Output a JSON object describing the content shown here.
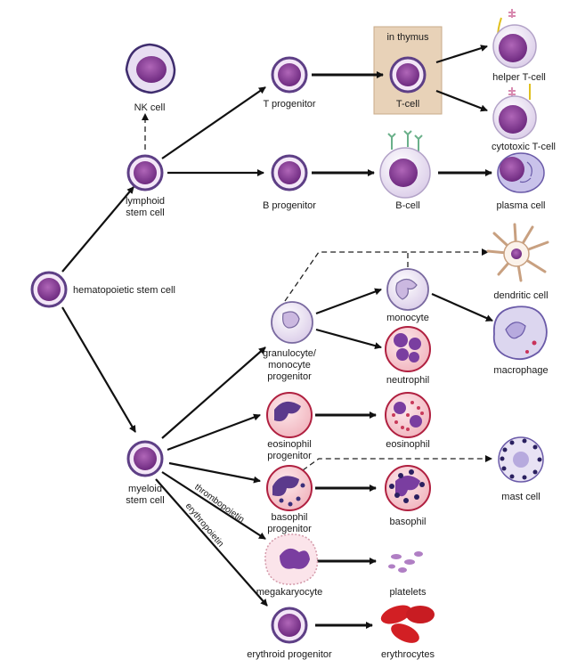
{
  "diagram": {
    "colors": {
      "stem_fill": "#f3e6f7",
      "stem_ring": "#5e3f86",
      "nucleus": "#7a2f86",
      "cytoplasm_pale": "#efe7f4",
      "eosinophil_pink": "#f5c9cf",
      "granule_red": "#c83a5a",
      "basophil_blue": "#3a2f7a",
      "rbc_red": "#d21f24",
      "thymus_box": "#e8d2b8",
      "arrow": "#111111"
    },
    "labels": {
      "hsc": "hematopoietic stem cell",
      "lymphoid_1": "lymphoid",
      "lymphoid_2": "stem cell",
      "myeloid_1": "myeloid",
      "myeloid_2": "stem cell",
      "nk": "NK cell",
      "t_prog": "T progenitor",
      "thymus": "in thymus",
      "tcell": "T-cell",
      "helper": "helper T-cell",
      "cytotoxic": "cytotoxic T-cell",
      "b_prog": "B progenitor",
      "bcell": "B-cell",
      "plasma": "plasma cell",
      "gm_1": "granulocyte/",
      "gm_2": "monocyte",
      "gm_3": "progenitor",
      "monocyte": "monocyte",
      "neutrophil": "neutrophil",
      "dendritic": "dendritic cell",
      "macrophage": "macrophage",
      "eos_prog_1": "eosinophil",
      "eos_prog_2": "progenitor",
      "eosinophil": "eosinophil",
      "baso_prog_1": "basophil",
      "baso_prog_2": "progenitor",
      "basophil": "basophil",
      "mast": "mast cell",
      "megakaryocyte": "megakaryocyte",
      "platelets": "platelets",
      "erythroid_prog": "erythroid progenitor",
      "erythrocytes": "erythrocytes",
      "thrombopoietin": "thrombopoietin",
      "erythropoietin": "erythropoietin"
    }
  }
}
